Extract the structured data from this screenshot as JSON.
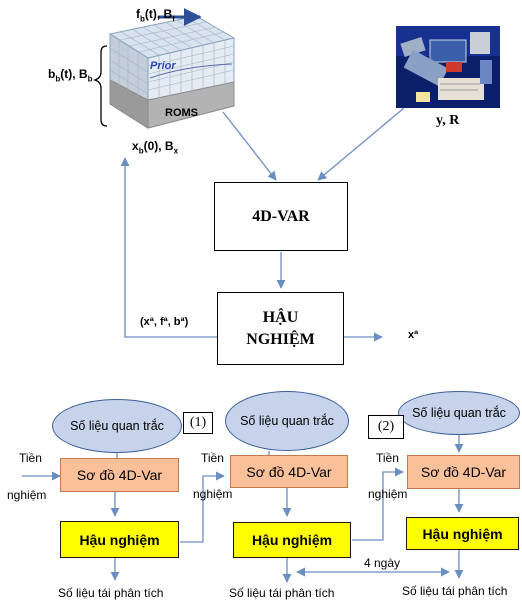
{
  "top": {
    "forcing_label": "f",
    "forcing_sub": "b",
    "forcing_rest": "(t), B",
    "forcing_sub2": "f",
    "boundary_label": "b",
    "boundary_sub": "b",
    "boundary_rest": "(t), B",
    "boundary_sub2": "b",
    "init_label": "x",
    "init_sub": "b",
    "init_rest": "(0), B",
    "init_sub2": "x",
    "prior_label": "Prior",
    "model_label": "ROMS",
    "obs_label": "y, R",
    "fourdvar_label": "4D-VAR",
    "posterior_line1": "HẬU",
    "posterior_line2": "NGHIỆM",
    "feedback_label": "(xª, fª, bª)",
    "output_label": "xª"
  },
  "bottom": {
    "observations": [
      "Số liệu quan trắc",
      "Số liệu quan trắc",
      "Số liệu quan trắc"
    ],
    "cycle_numbers": [
      "(1)",
      "(2)"
    ],
    "prior_line1": "Tiền",
    "prior_line2": "nghiệm",
    "scheme_label": "Sơ đồ 4D-Var",
    "posterior_label": "Hậu nghiệm",
    "reanalysis_label": "Số liệu tái phân tích",
    "window_label": "4 ngày"
  },
  "colors": {
    "arrow": "#6b8ec0",
    "ellipse_fill": "#c6d3ea",
    "orange_fill": "#f9c09a",
    "yellow_fill": "#ffff00"
  }
}
